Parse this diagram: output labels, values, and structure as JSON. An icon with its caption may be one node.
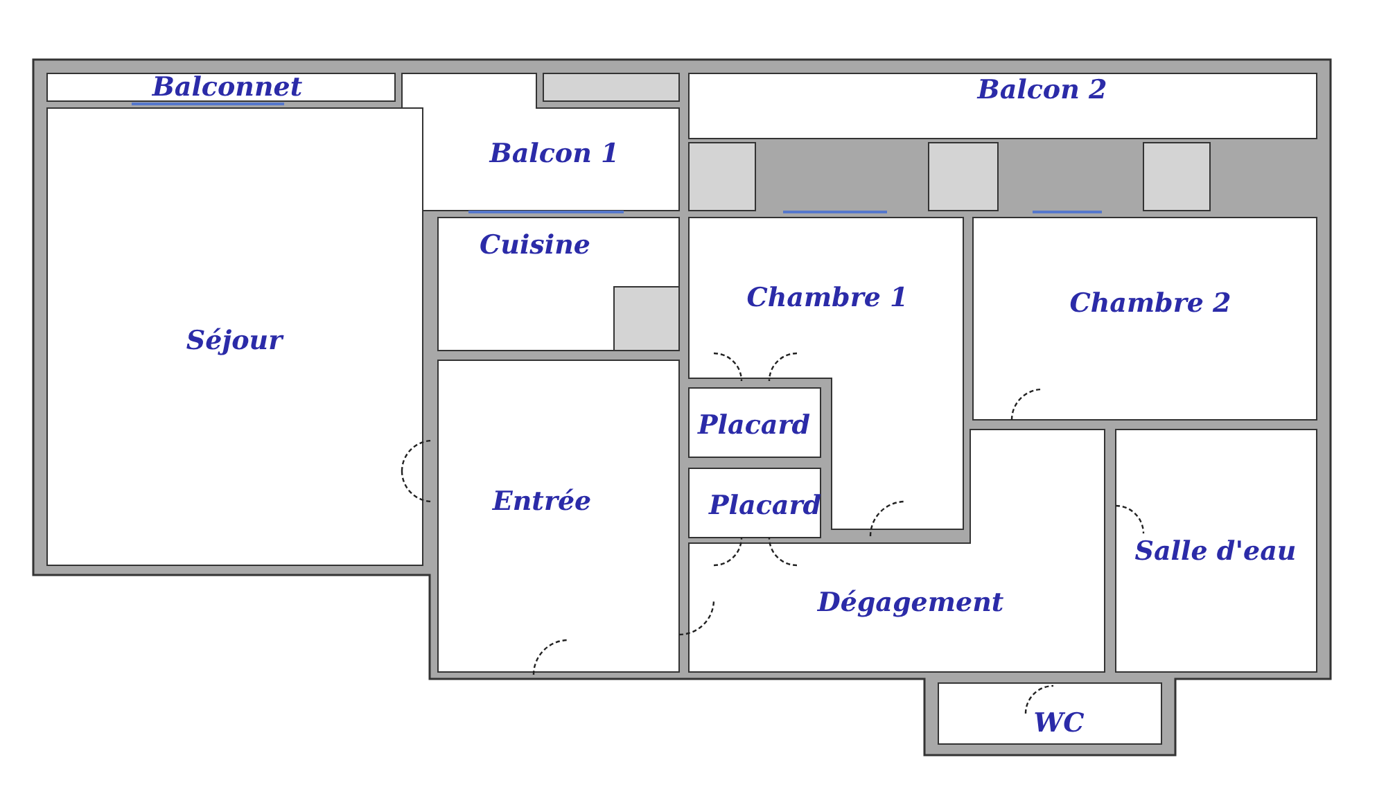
{
  "diagram": {
    "nodes": [
      {
        "text": [
          "Balconnet"
        ]
      },
      {
        "text": [
          "Balcon 1"
        ]
      },
      {
        "text": [
          "Balcon 2"
        ]
      },
      {
        "text": [
          "Séjour"
        ]
      },
      {
        "text": [
          "Cuisine"
        ]
      },
      {
        "text": [
          "Chambre 1"
        ]
      },
      {
        "text": [
          "Chambre 2"
        ]
      },
      {
        "text": [
          "Placard"
        ]
      },
      {
        "text": [
          "Placard"
        ]
      },
      {
        "text": [
          "Entrée"
        ]
      },
      {
        "text": [
          "Salle d'eau"
        ]
      },
      {
        "text": [
          "Dégagement"
        ]
      },
      {
        "text": [
          "WC"
        ]
      }
    ]
  }
}
